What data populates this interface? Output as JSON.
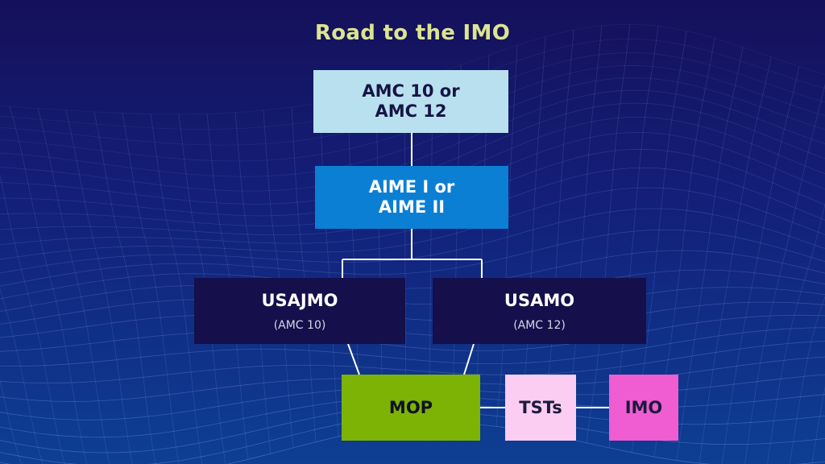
{
  "title": "Road to the IMO",
  "colors": {
    "title": "#dce58f",
    "background_top": "#15105a",
    "background_bottom": "#0d3f93",
    "amc_box": "#b9e0ef",
    "aime_box": "#0b7fd4",
    "olympiad_box": "#150f4b",
    "mop_box": "#7cb305",
    "tst_box": "#fbcdf3",
    "imo_box": "#f05cd2",
    "connector": "#ffffff"
  },
  "nodes": {
    "amc": {
      "line1": "AMC 10 or",
      "line2": "AMC 12"
    },
    "aime": {
      "line1": "AIME I or",
      "line2": "AIME II"
    },
    "usajmo": {
      "label": "USAJMO",
      "sub": "(AMC 10)"
    },
    "usamo": {
      "label": "USAMO",
      "sub": "(AMC 12)"
    },
    "mop": {
      "label": "MOP"
    },
    "tst": {
      "label": "TSTs"
    },
    "imo": {
      "label": "IMO"
    }
  },
  "edges": [
    [
      "amc",
      "aime"
    ],
    [
      "aime",
      "usajmo"
    ],
    [
      "aime",
      "usamo"
    ],
    [
      "usajmo",
      "mop"
    ],
    [
      "usamo",
      "mop"
    ],
    [
      "mop",
      "tst"
    ],
    [
      "tst",
      "imo"
    ]
  ]
}
